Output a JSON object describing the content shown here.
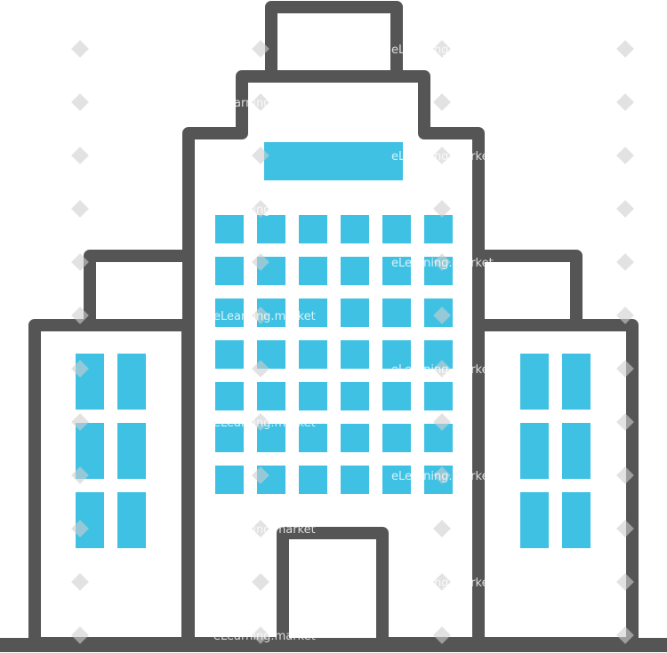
{
  "icon": {
    "name": "office-building-icon",
    "outline_color": "#555555",
    "fill_color": "#ffffff",
    "window_color": "#3fc1e3",
    "background_color": "#ffffff"
  },
  "watermark": {
    "text": "eLearning.market"
  },
  "central_tower": {
    "window_grid": {
      "rows": 7,
      "columns": 6
    }
  },
  "side_wings": {
    "window_grid": {
      "rows": 3,
      "columns": 2
    }
  }
}
